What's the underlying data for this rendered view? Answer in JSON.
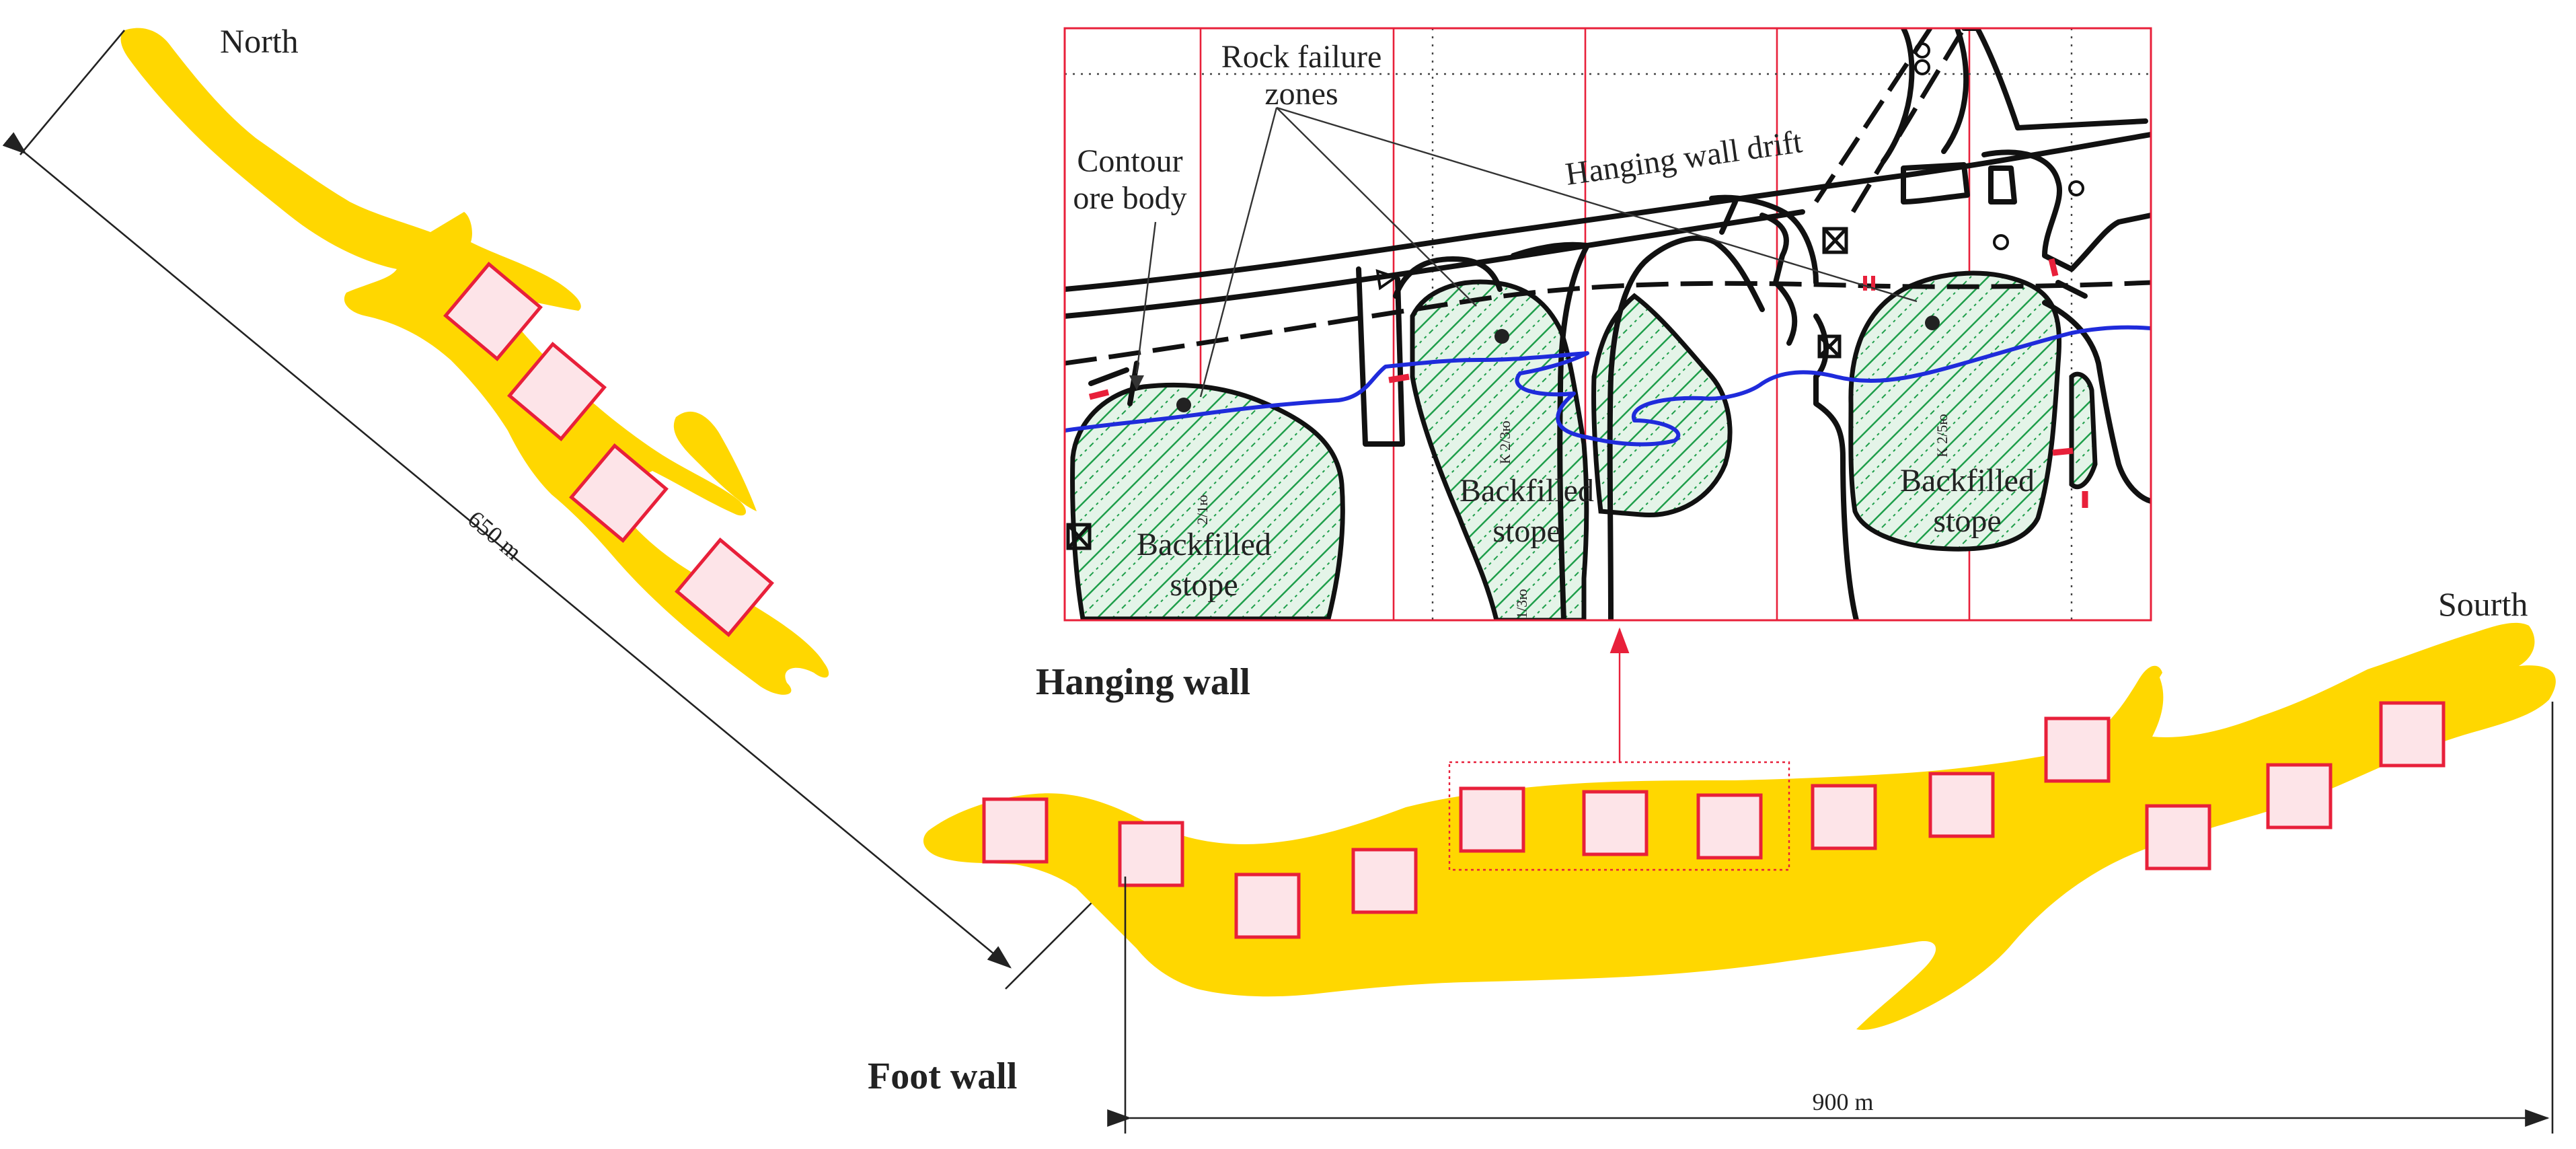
{
  "labels": {
    "north": "North",
    "south": "Sourth",
    "hanging_wall": "Hanging wall",
    "foot_wall": "Foot wall",
    "dim_650": "650 m",
    "dim_900": "900 m"
  },
  "inset": {
    "rock_failure_line1": "Rock failure",
    "rock_failure_line2": "zones",
    "contour_line1": "Contour",
    "contour_line2": "ore body",
    "hanging_wall_drift": "Hanging wall drift",
    "backfilled": "Backfilled",
    "stope": "stope",
    "stope_codes": [
      "2/1ю",
      "К 2/3ю",
      "К 2/5ю",
      "1/3ю"
    ]
  },
  "colors": {
    "ore_body": "#FFD700",
    "stope_fill": "#FDE4E8",
    "stope_outline": "#E8203A",
    "contour_line": "#1F2BDB",
    "backfill_hatch": "#1E9E4A",
    "frame": "#E8203A"
  }
}
